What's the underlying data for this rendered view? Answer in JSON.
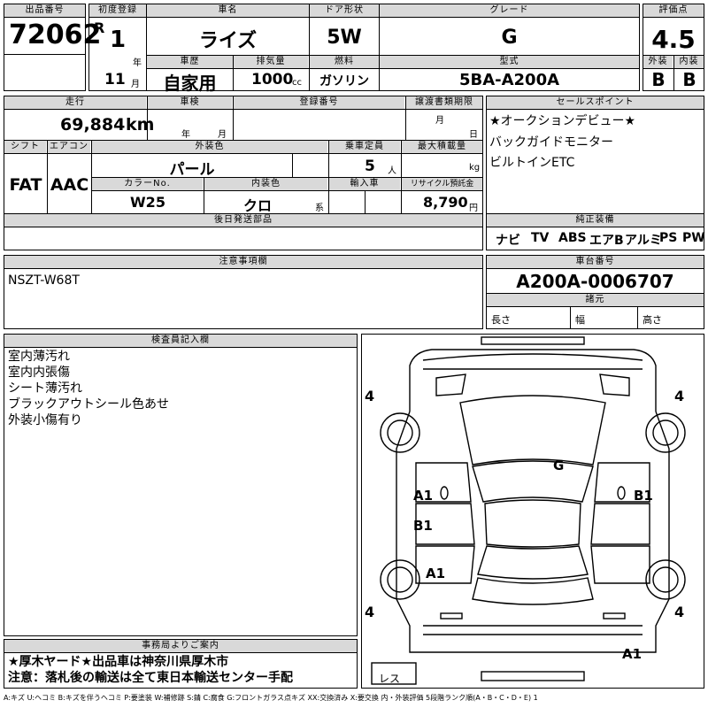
{
  "headers": {
    "lot_no": "出品番号",
    "first_reg": "初度登録",
    "car_name": "車名",
    "door": "ドア形状",
    "grade": "グレード",
    "score": "評価点",
    "history": "車歴",
    "displacement": "排気量",
    "fuel": "燃料",
    "model_type": "型式",
    "exterior": "外装",
    "interior": "内装",
    "mileage": "走行",
    "inspection": "車検",
    "reg_no": "登録番号",
    "transfer_docs": "譲渡書類期限",
    "sales_point": "セールスポイント",
    "shift": "シフト",
    "aircon": "エアコン",
    "ext_color": "外装色",
    "capacity": "乗車定員",
    "max_load": "最大積載量",
    "color_no": "カラーNo.",
    "int_color": "内装色",
    "import": "輸入車",
    "recycle": "リサイクル預託金",
    "later_parts": "後日発送部品",
    "genuine_equip": "純正装備",
    "caution": "注意事項欄",
    "chassis_no": "車台番号",
    "specs": "諸元",
    "inspector": "検査員記入欄",
    "office": "事務局よりご案内"
  },
  "lot_no": "72062",
  "first_reg": {
    "era": "R",
    "year": "1",
    "year_unit": "年",
    "month": "11",
    "month_unit": "月"
  },
  "car_name": "ライズ",
  "door": "5W",
  "grade": "G",
  "score": "4.5",
  "exterior_score": "B",
  "interior_score": "B",
  "history": "自家用",
  "displacement": "1000",
  "displacement_unit": "cc",
  "fuel": "ガソリン",
  "model_type": "5BA-A200A",
  "mileage": "69,884",
  "mileage_unit": "km",
  "inspection_unit_year": "年",
  "inspection_unit_month": "月",
  "transfer_unit_month": "月",
  "transfer_unit_day": "日",
  "shift": "FAT",
  "aircon": "AAC",
  "ext_color": "パール",
  "capacity": "5",
  "capacity_unit": "人",
  "max_load_unit": "kg",
  "color_no": "W25",
  "int_color": "クロ",
  "int_color_unit": "系",
  "recycle_fee": "8,790",
  "recycle_unit": "円",
  "sales_points": [
    "★オークションデビュー★",
    "バックガイドモニター",
    "ビルトインETC"
  ],
  "equipment": [
    "ナビ",
    "TV",
    "ABS",
    "エアB",
    "アルミ",
    "PS",
    "PW"
  ],
  "caution_text": "NSZT-W68T",
  "chassis_no": "A200A-0006707",
  "spec_labels": {
    "length": "長さ",
    "width": "幅",
    "height": "高さ"
  },
  "inspector_notes": [
    "室内薄汚れ",
    "室内内張傷",
    "シート薄汚れ",
    "ブラックアウトシール色あせ",
    "外装小傷有り"
  ],
  "office_notes": [
    "★厚木ヤード★出品車は神奈川県厚木市",
    "注意：落札後の輸送は全て東日本輸送センター手配"
  ],
  "diagram": {
    "tires": [
      "4",
      "4",
      "4",
      "4"
    ],
    "marks": [
      "G",
      "A1",
      "B1",
      "B1",
      "A1",
      "A1"
    ],
    "spare": "レス"
  },
  "legend": "A:キズ U:ヘコミ B:キズを伴うヘコミ P:要塗装 W:補修跡 S:錆 C:腐食 G:フロントガラス点キズ XX:交換済み X:要交換 内・外装評価 5段階ランク順(A・B・C・D・E) 1"
}
